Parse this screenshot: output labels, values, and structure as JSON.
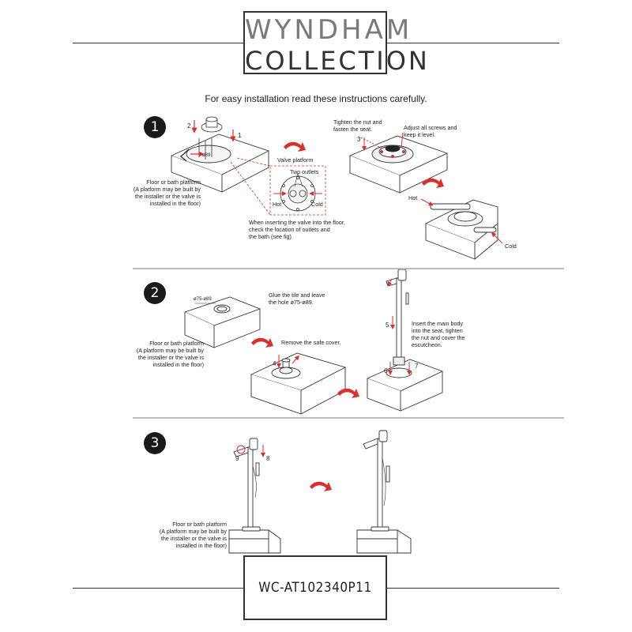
{
  "brand": {
    "line1": "WYNDHAM",
    "line2": "COLLECTION"
  },
  "intro": "For easy installation read these instructions carefully.",
  "steps": [
    {
      "number": "1",
      "platform_note": [
        "Floor or bath platform",
        "(A platform may be built by",
        "the installer or the valve is",
        "installed in the floor)"
      ],
      "valve_platform": "Valve platform",
      "two_outlets": "Two outlets",
      "hot": "Hot",
      "cold": "Cold",
      "insert_note": [
        "When inserting the valve into the floor,",
        "check the location of outlets and",
        "the bath (see fig)."
      ],
      "tighten_note": [
        "Tighten the nut and",
        "fasten the seat."
      ],
      "adjust_note": [
        "Adjust all screws and",
        "keep it level."
      ],
      "hot_pipe": "Hot",
      "cold_pipe": "Cold",
      "callouts": [
        "1",
        "2",
        "3"
      ],
      "diameter": "ø89"
    },
    {
      "number": "2",
      "glue_note": [
        "Glue the tile and leave",
        "the hole ø75-ø89."
      ],
      "hole_dim": "ø75-ø89",
      "platform_note": [
        "Floor or bath platform",
        "(A platform may be built by",
        "the installer or the valve is",
        "installed in the floor)"
      ],
      "remove_note": "Remove the safe cover.",
      "insert_note": [
        "Insert the main body",
        "into the seat, tighten",
        "the nut and cover the",
        "escutcheon."
      ],
      "callouts": [
        "4",
        "5",
        "6",
        "7"
      ]
    },
    {
      "number": "3",
      "platform_note": [
        "Floor or bath platform",
        "(A platform may be built by",
        "the installer or the valve is",
        "installed in the floor)"
      ],
      "callouts": [
        "9",
        "8"
      ]
    }
  ],
  "model_number": "WC-AT102340P11",
  "colors": {
    "arrow": "#d9302c",
    "line": "#333333",
    "divider": "#bdbdbd"
  }
}
